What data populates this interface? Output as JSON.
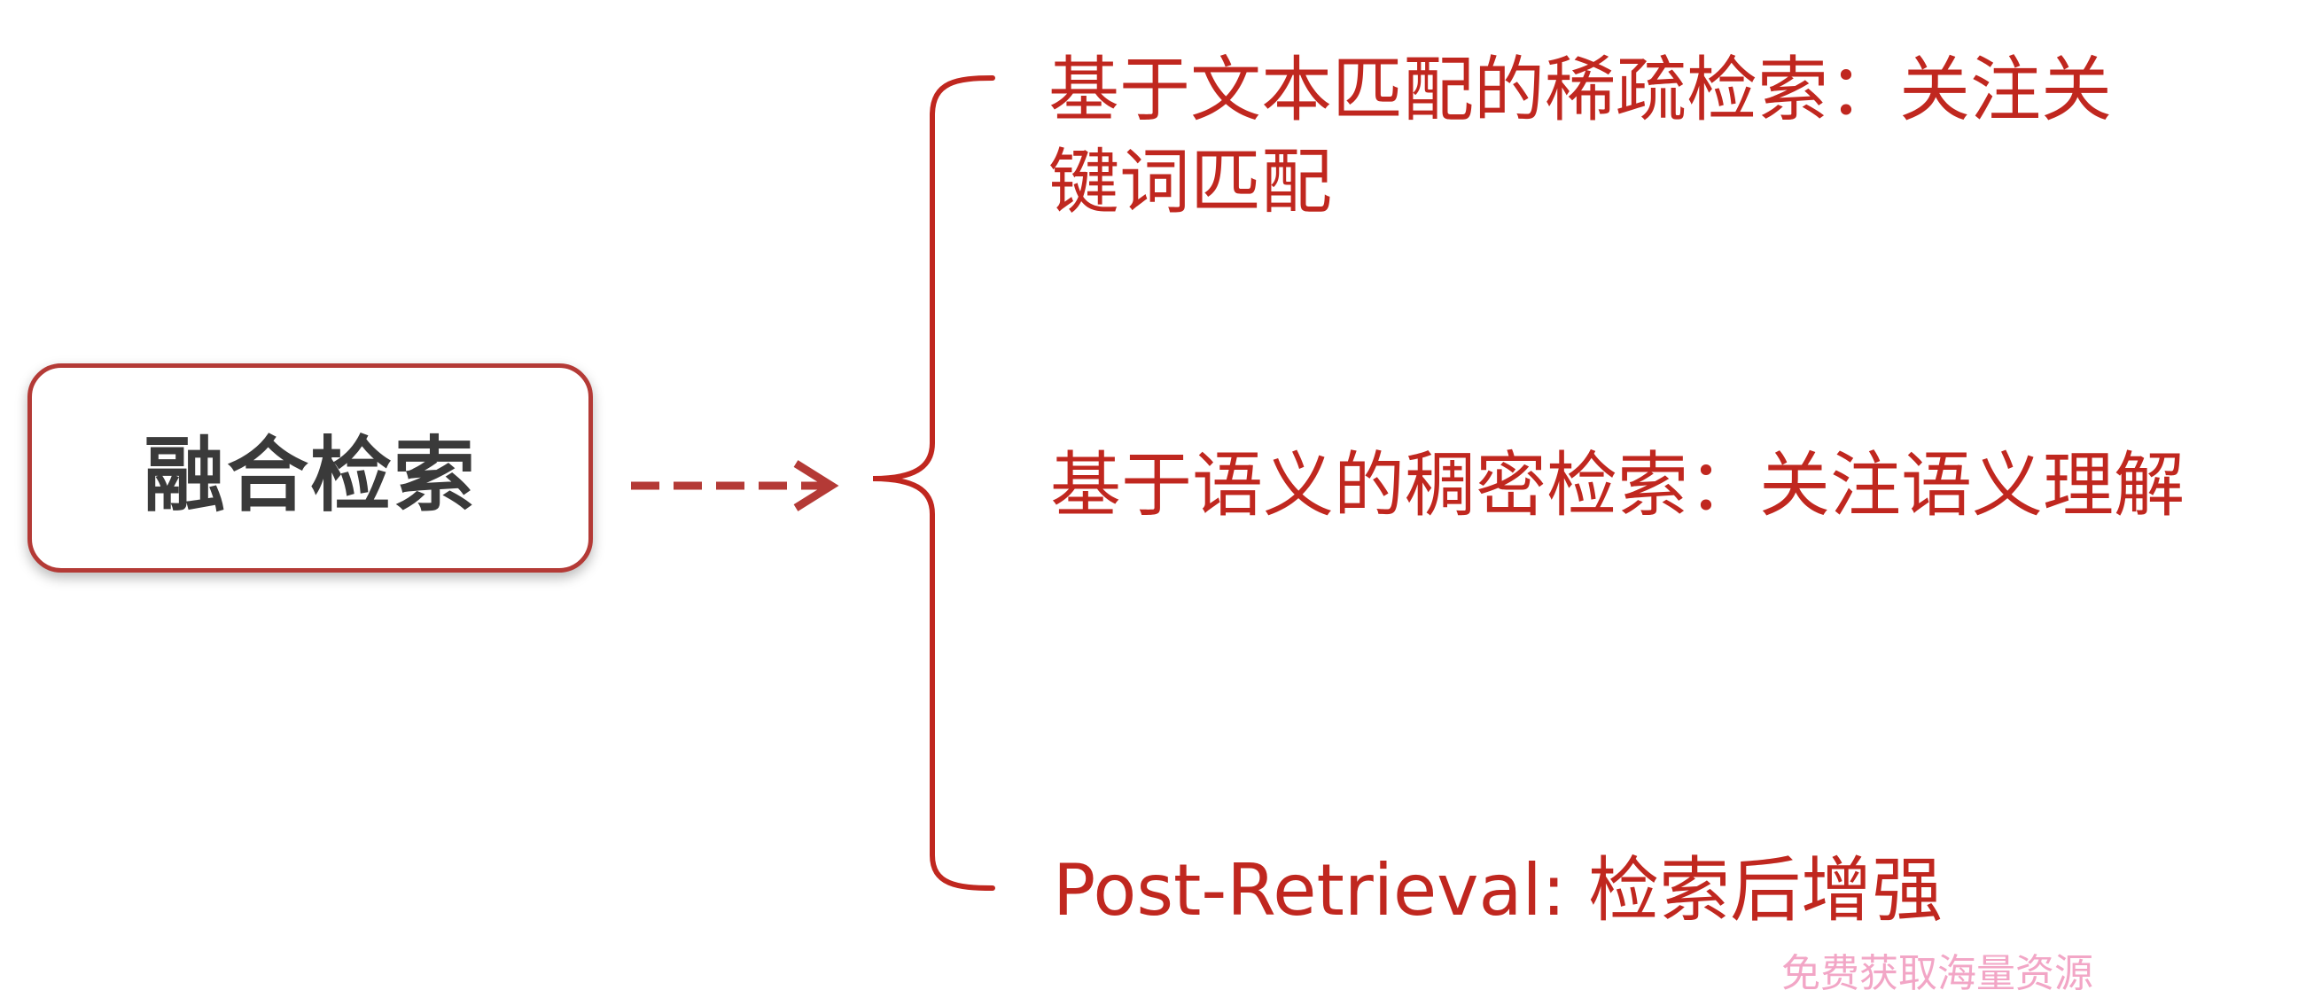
{
  "root": {
    "label": "融合检索"
  },
  "branches": [
    {
      "line1": "基于文本匹配的稀疏检索：关注关",
      "line2": "键词匹配"
    },
    {
      "text": "基于语义的稠密检索：关注语义理解"
    },
    {
      "text": "Post-Retrieval: 检索后增强"
    }
  ],
  "watermark": {
    "text": "免费获取海量资源"
  },
  "colors": {
    "accent": "#c0271f",
    "box_border": "#b43a36",
    "root_text": "#3a3a3a",
    "watermark": "#f2a6c6"
  }
}
